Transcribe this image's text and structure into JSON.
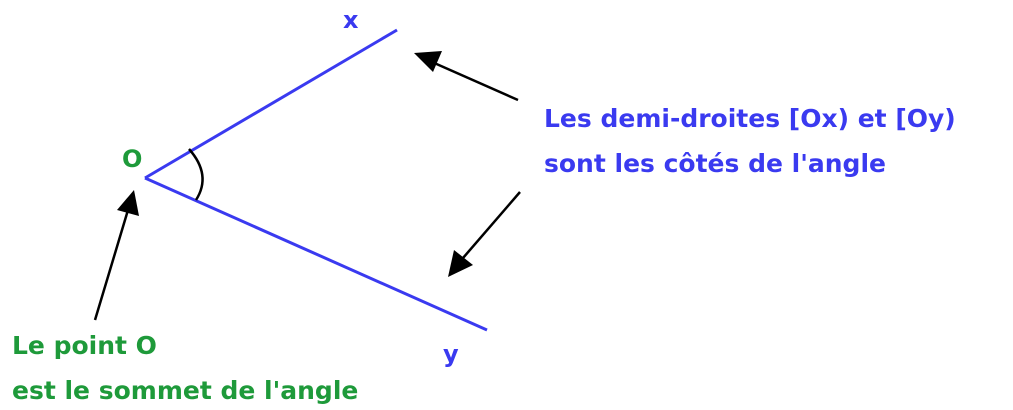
{
  "labels": {
    "ray_x": "x",
    "ray_y": "y",
    "vertex": "O"
  },
  "annotations": {
    "sides_line1": "Les demi-droites [Ox) et [Oy)",
    "sides_line2": "sont les côtés de l'angle",
    "vertex_line1": "Le point O",
    "vertex_line2": "est le sommet de l'angle"
  },
  "colors": {
    "rays": "#3a3af0",
    "ray_labels": "#3a3af0",
    "vertex_label": "#1e9a3a",
    "sides_text": "#3a3af0",
    "vertex_text": "#1e9a3a",
    "arrows": "#000000",
    "angle_arc": "#000000"
  }
}
